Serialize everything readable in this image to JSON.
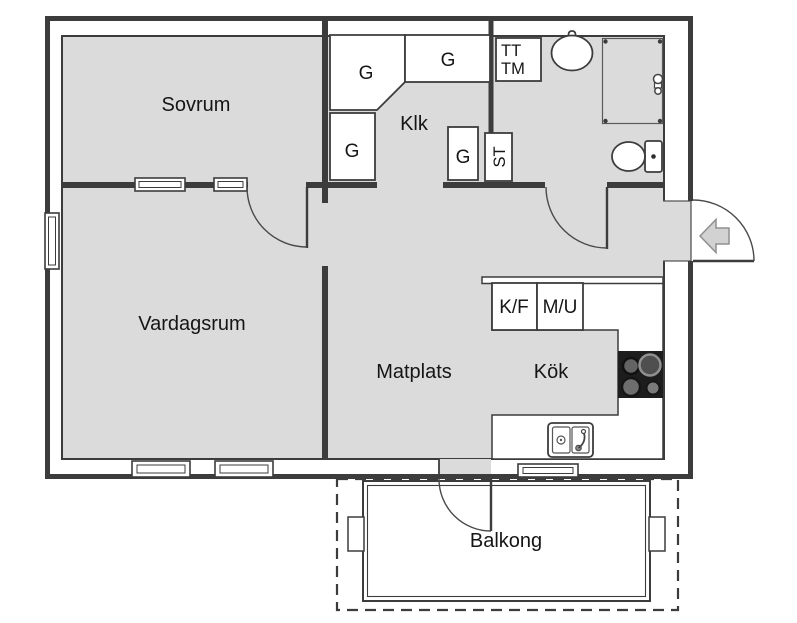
{
  "rooms": {
    "bedroom": "Sovrum",
    "living_room": "Vardagsrum",
    "walk_in_closet": "Klk",
    "dining_area": "Matplats",
    "kitchen": "Kök",
    "balcony": "Balkong"
  },
  "fixtures": {
    "wardrobes": [
      "G",
      "G",
      "G",
      "G"
    ],
    "cleaning_cabinet": "ST",
    "laundry_top": "TT",
    "laundry_bottom": "TM",
    "fridge_freezer": "K/F",
    "micro_oven": "M/U"
  },
  "icons": {
    "entry_arrow": "left-arrow-entry-direction",
    "stove": "4-burner-cooktop",
    "kitchen_sink": "double-basin-sink",
    "bathroom_sink": "washbasin",
    "toilet": "toilet",
    "shower": "shower-area"
  },
  "colors": {
    "background": "#ffffff",
    "floor": "#dbdbdb",
    "wall": "#3c3c3c",
    "appliance": "#1d1d1d",
    "arrow": "#d2d2d2"
  }
}
